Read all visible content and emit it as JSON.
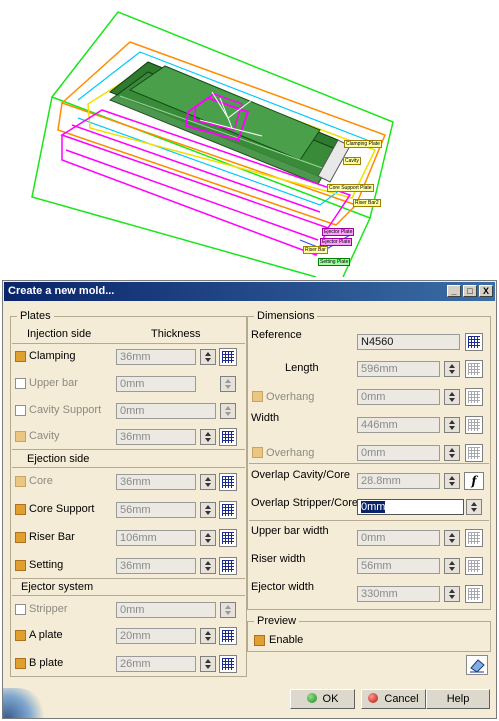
{
  "viewport": {
    "labels": [
      "Clamping Plate",
      "Cavity",
      "Core Support Plate",
      "Riser Bar2",
      "Ejector Plate",
      "Ejector Plate",
      "Riser Bar",
      "Setting Plate"
    ]
  },
  "dialog": {
    "title": "Create a new mold...",
    "window_buttons": [
      "_",
      "□",
      "X"
    ]
  },
  "plates": {
    "title": "Plates",
    "injection_side": "Injection side",
    "thickness": "Thickness",
    "ejection_side": "Ejection side",
    "ejector_system": "Ejector system",
    "rows": [
      {
        "label": "Clamping",
        "value": "36mm"
      },
      {
        "label": "Upper bar",
        "value": "0mm"
      },
      {
        "label": "Cavity Support",
        "value": "0mm"
      },
      {
        "label": "Cavity",
        "value": "36mm"
      },
      {
        "label": "Core",
        "value": "36mm"
      },
      {
        "label": "Core Support",
        "value": "56mm"
      },
      {
        "label": "Riser Bar",
        "value": "106mm"
      },
      {
        "label": "Setting",
        "value": "36mm"
      },
      {
        "label": "Stripper",
        "value": "0mm"
      },
      {
        "label": "A plate",
        "value": "20mm"
      },
      {
        "label": "B plate",
        "value": "26mm"
      }
    ]
  },
  "dimensions": {
    "title": "Dimensions",
    "reference_label": "Reference",
    "reference_value": "N4560",
    "length_label": "Length",
    "length_value": "596mm",
    "overhang_label": "Overhang",
    "overhang1_value": "0mm",
    "width_label": "Width",
    "width_value": "446mm",
    "overhang2_value": "0mm",
    "overlap_cavity_label": "Overlap Cavity/Core",
    "overlap_cavity_value": "28.8mm",
    "overlap_stripper_label": "Overlap Stripper/Core",
    "overlap_stripper_value": "0mm",
    "upper_bar_width_label": "Upper bar width",
    "upper_bar_width_value": "0mm",
    "riser_width_label": "Riser width",
    "riser_width_value": "56mm",
    "ejector_width_label": "Ejector width",
    "ejector_width_value": "330mm"
  },
  "preview": {
    "title": "Preview",
    "enable_label": "Enable"
  },
  "buttons": {
    "ok": "OK",
    "cancel": "Cancel",
    "help": "Help"
  }
}
